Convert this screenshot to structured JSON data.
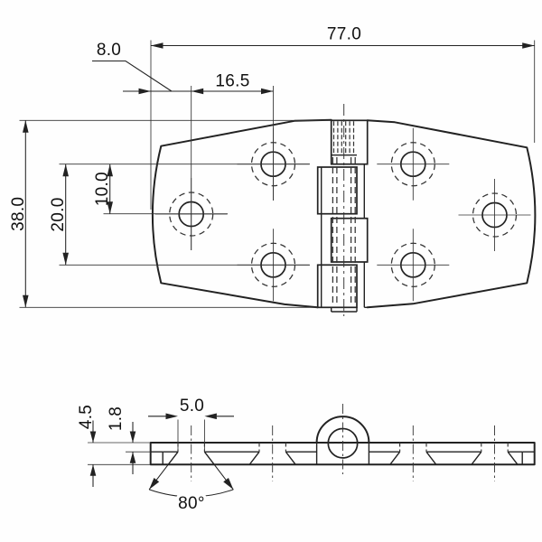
{
  "drawing": {
    "background_color": "#fefefe",
    "line_color": "#222222",
    "dimensions": {
      "top_view": {
        "overall_width": "77.0",
        "edge_to_hole": "8.0",
        "hole_column_spacing": "16.5",
        "overall_depth": "38.0",
        "hole_row_spacing": "20.0",
        "hole_row_offset": "10.0"
      },
      "side_view": {
        "hole_diameter": "5.0",
        "overall_thickness": "4.5",
        "leaf_thickness": "1.8",
        "countersink_angle": "80°"
      }
    }
  }
}
